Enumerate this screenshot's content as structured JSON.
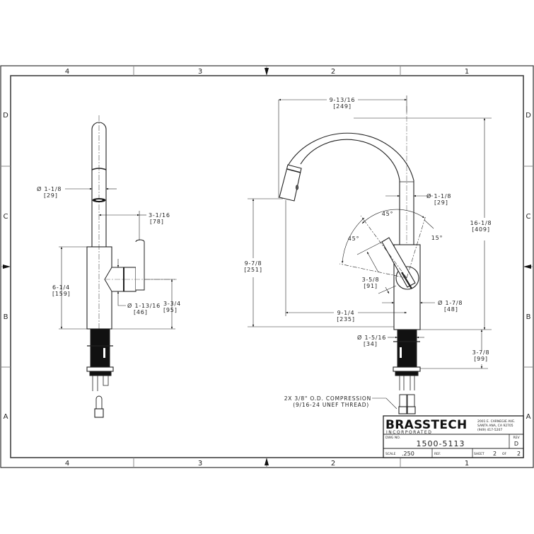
{
  "sheet": {
    "zones_top": [
      "4",
      "3",
      "2",
      "1"
    ],
    "zones_bottom": [
      "4",
      "3",
      "2",
      "1"
    ],
    "zones_left": [
      "D",
      "C",
      "B",
      "A"
    ],
    "zones_right": [
      "D",
      "C",
      "B",
      "A"
    ]
  },
  "side_view": {
    "spout_diameter": {
      "imperial": "Ø 1-1/8",
      "metric": "[29]"
    },
    "handle_offset": {
      "imperial": "3-1/16",
      "metric": "[78]"
    },
    "body_height": {
      "imperial": "6-1/4",
      "metric": "[159]"
    },
    "handle_diameter": {
      "imperial": "Ø 1-13/16",
      "metric": "[46]"
    },
    "handle_height": {
      "imperial": "3-3/4",
      "metric": "[95]"
    }
  },
  "front_view": {
    "spout_reach": {
      "imperial": "9-13/16",
      "metric": "[249]"
    },
    "spout_diameter": {
      "imperial": "Ø 1-1/8",
      "metric": "[29]"
    },
    "overall_height": {
      "imperial": "16-1/8",
      "metric": "[409]"
    },
    "angle_handle_sweep": "45°",
    "angle_handle_forward": "45°",
    "angle_handle_back": "15°",
    "outlet_height": {
      "imperial": "9-7/8",
      "metric": "[251]"
    },
    "handle_clearance": {
      "imperial": "3-5/8",
      "metric": "[91]"
    },
    "body_diameter": {
      "imperial": "Ø 1-7/8",
      "metric": "[48]"
    },
    "spout_to_center": {
      "imperial": "9-1/4",
      "metric": "[235]"
    },
    "shank_diameter": {
      "imperial": "Ø 1-5/16",
      "metric": "[34]"
    },
    "shank_length": {
      "imperial": "3-7/8",
      "metric": "[99]"
    },
    "note_line1": "2X 3/8\" O.D. COMPRESSION",
    "note_line2": "(9/16-24 UNEF THREAD)"
  },
  "title_block": {
    "company": "BRASSTECH",
    "company_sub": "INCORPORATED",
    "address1": "2001 E. CARNEGIE AVE.",
    "address2": "SANTA ANA, CA 92705",
    "phone": "(949) 417-5207",
    "dwg_no_label": "DWG NO.",
    "dwg_no": "1500-5113",
    "rev_label": "REV",
    "rev": "D",
    "scale_label": "SCALE",
    "scale": ".250",
    "ref_label": "REF.",
    "ref": "",
    "sheet_label": "SHEET",
    "sheet": "2",
    "of_label": "OF",
    "sheet_total": "2"
  }
}
